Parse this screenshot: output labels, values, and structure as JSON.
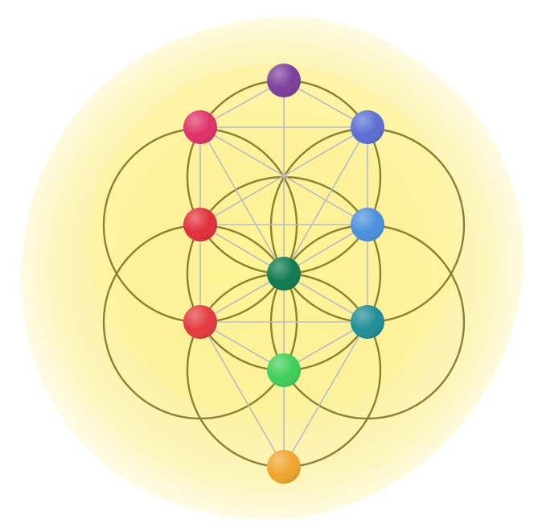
{
  "colors": {
    "background": "#ffffff",
    "wash_center": "#fff28f",
    "wash_mid": "#fbf3a4",
    "wash_edge": "#fdf8cf",
    "ring_stroke": "#8a8233",
    "connector_stroke": "#b7bcc6"
  },
  "nodes": [
    {
      "id": "crown",
      "name": "purple-node",
      "color": "#7d3f9c"
    },
    {
      "id": "upper-left",
      "name": "pink-node",
      "color": "#de3268"
    },
    {
      "id": "upper-right",
      "name": "indigo-node",
      "color": "#5a6fd2"
    },
    {
      "id": "mid-left",
      "name": "red-node-upper",
      "color": "#e12f3b"
    },
    {
      "id": "mid-right",
      "name": "sky-blue-node",
      "color": "#4a90dd"
    },
    {
      "id": "center",
      "name": "dark-green-node",
      "color": "#0f7a4f"
    },
    {
      "id": "lower-left",
      "name": "red-node-lower",
      "color": "#e43a3d"
    },
    {
      "id": "lower-right",
      "name": "teal-node",
      "color": "#208d95"
    },
    {
      "id": "low-center",
      "name": "green-node",
      "color": "#3fcf59"
    },
    {
      "id": "base",
      "name": "orange-node",
      "color": "#f0a52d"
    }
  ]
}
